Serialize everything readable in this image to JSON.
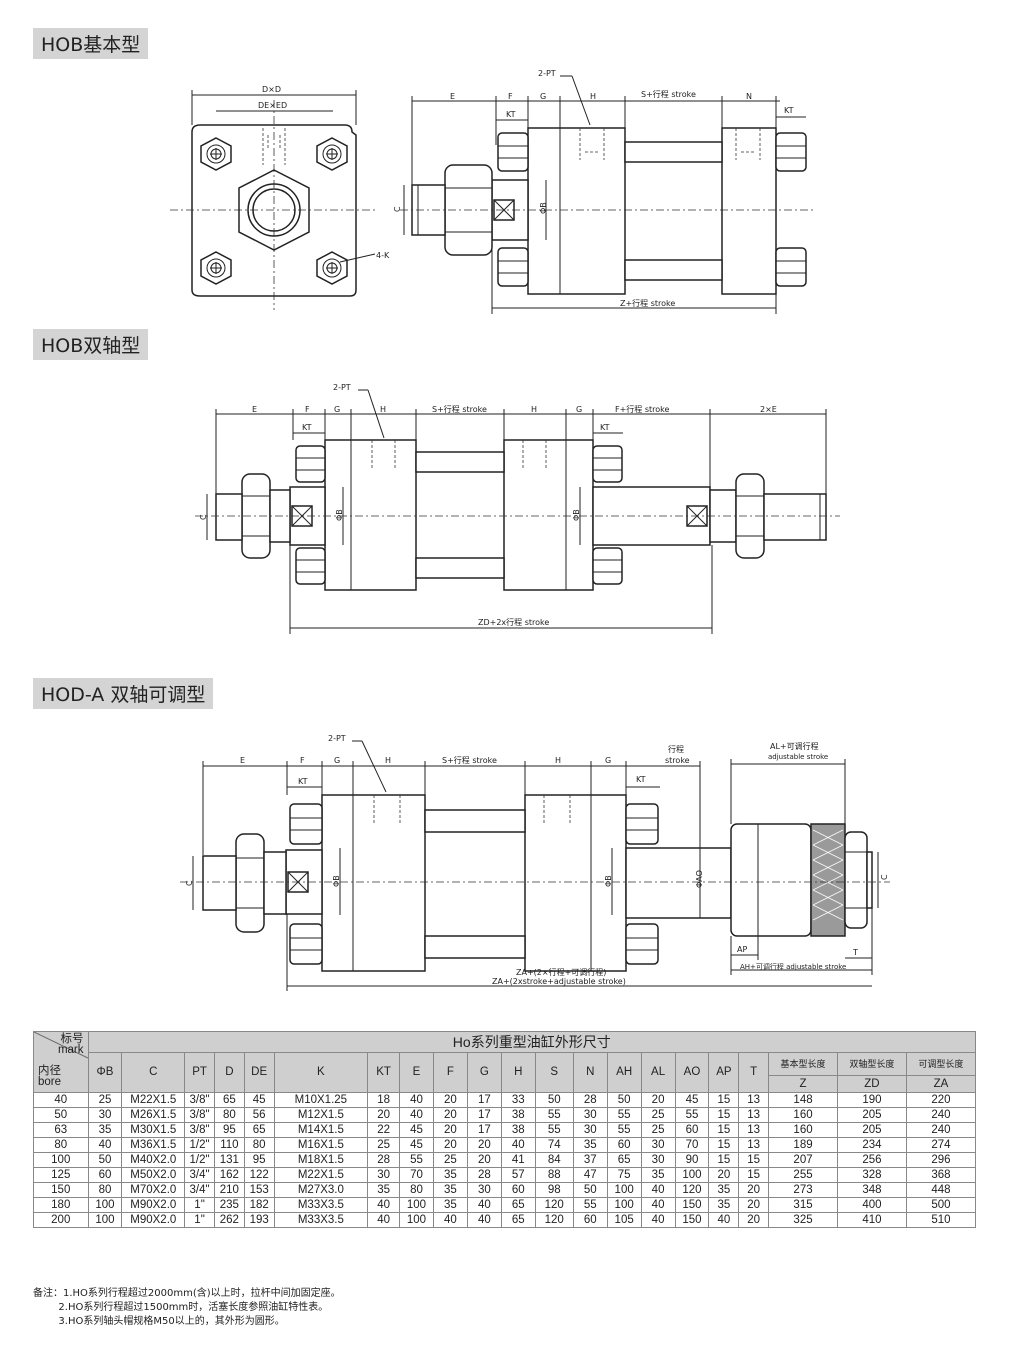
{
  "sections": {
    "hob": "HOB基本型",
    "hob_double": "HOB双轴型",
    "hod_a": "HOD-A 双轴可调型"
  },
  "labels": {
    "dxd": "D×D",
    "dexed": "DE×ED",
    "four_k": "4-K",
    "c": "C",
    "phi_b": "ΦB",
    "phi_ao": "ΦAO",
    "two_pt": "2-PT",
    "e": "E",
    "f": "F",
    "g": "G",
    "h": "H",
    "n": "N",
    "kt": "KT",
    "s_stroke": "S+行程 stroke",
    "z_stroke": "Z+行程 stroke",
    "f_stroke": "F+行程 stroke",
    "two_e": "2×E",
    "zd_stroke": "ZD+2x行程 stroke",
    "stroke_cn": "行程",
    "stroke_en": "stroke",
    "al_adj": "AL+可调行程",
    "adj_stroke": "adjustable stroke",
    "ap": "AP",
    "t": "T",
    "ah_adj": "AH+可调行程 adjustable stroke",
    "za_cn": "ZA+(2×行程+可调行程)",
    "za_en": "ZA+(2xstroke+adjustable stroke)"
  },
  "table": {
    "title": "Ho系列重型油缸外形尺寸",
    "corner_top_cn": "标号",
    "corner_top_en": "mark",
    "corner_bottom_cn": "内径",
    "corner_bottom_en": "bore",
    "columns": [
      "ΦB",
      "C",
      "PT",
      "D",
      "DE",
      "K",
      "KT",
      "E",
      "F",
      "G",
      "H",
      "S",
      "N",
      "AH",
      "AL",
      "AO",
      "AP",
      "T"
    ],
    "group_labels": [
      "基本型长度",
      "双轴型长度",
      "可调型长度"
    ],
    "group_columns": [
      "Z",
      "ZD",
      "ZA"
    ],
    "rows": [
      [
        "40",
        "25",
        "M22X1.5",
        "3/8\"",
        "65",
        "45",
        "M10X1.25",
        "18",
        "40",
        "20",
        "17",
        "33",
        "50",
        "28",
        "50",
        "20",
        "45",
        "15",
        "13",
        "148",
        "190",
        "220"
      ],
      [
        "50",
        "30",
        "M26X1.5",
        "3/8\"",
        "80",
        "56",
        "M12X1.5",
        "20",
        "40",
        "20",
        "17",
        "38",
        "55",
        "30",
        "55",
        "25",
        "55",
        "15",
        "13",
        "160",
        "205",
        "240"
      ],
      [
        "63",
        "35",
        "M30X1.5",
        "3/8\"",
        "95",
        "65",
        "M14X1.5",
        "22",
        "45",
        "20",
        "17",
        "38",
        "55",
        "30",
        "55",
        "25",
        "60",
        "15",
        "13",
        "160",
        "205",
        "240"
      ],
      [
        "80",
        "40",
        "M36X1.5",
        "1/2\"",
        "110",
        "80",
        "M16X1.5",
        "25",
        "45",
        "20",
        "20",
        "40",
        "74",
        "35",
        "60",
        "30",
        "70",
        "15",
        "13",
        "189",
        "234",
        "274"
      ],
      [
        "100",
        "50",
        "M40X2.0",
        "1/2\"",
        "131",
        "95",
        "M18X1.5",
        "28",
        "55",
        "25",
        "20",
        "41",
        "84",
        "37",
        "65",
        "30",
        "90",
        "15",
        "15",
        "207",
        "256",
        "296"
      ],
      [
        "125",
        "60",
        "M50X2.0",
        "3/4\"",
        "162",
        "122",
        "M22X1.5",
        "30",
        "70",
        "35",
        "28",
        "57",
        "88",
        "47",
        "75",
        "35",
        "100",
        "20",
        "15",
        "255",
        "328",
        "368"
      ],
      [
        "150",
        "80",
        "M70X2.0",
        "3/4\"",
        "210",
        "153",
        "M27X3.0",
        "35",
        "80",
        "35",
        "30",
        "60",
        "98",
        "50",
        "100",
        "40",
        "120",
        "35",
        "20",
        "273",
        "348",
        "448"
      ],
      [
        "180",
        "100",
        "M90X2.0",
        "1\"",
        "235",
        "182",
        "M33X3.5",
        "40",
        "100",
        "35",
        "40",
        "65",
        "120",
        "55",
        "100",
        "40",
        "150",
        "35",
        "20",
        "315",
        "400",
        "500"
      ],
      [
        "200",
        "100",
        "M90X2.0",
        "1\"",
        "262",
        "193",
        "M33X3.5",
        "40",
        "100",
        "40",
        "40",
        "65",
        "120",
        "60",
        "105",
        "40",
        "150",
        "40",
        "20",
        "325",
        "410",
        "510"
      ]
    ]
  },
  "notes": [
    "备注：1.HO系列行程超过2000mm(含)以上时，拉杆中间加固定座。",
    "        2.HO系列行程超过1500mm时，活塞长度参照油缸特性表。",
    "        3.HO系列轴头帽规格M50以上的，其外形为圆形。"
  ]
}
